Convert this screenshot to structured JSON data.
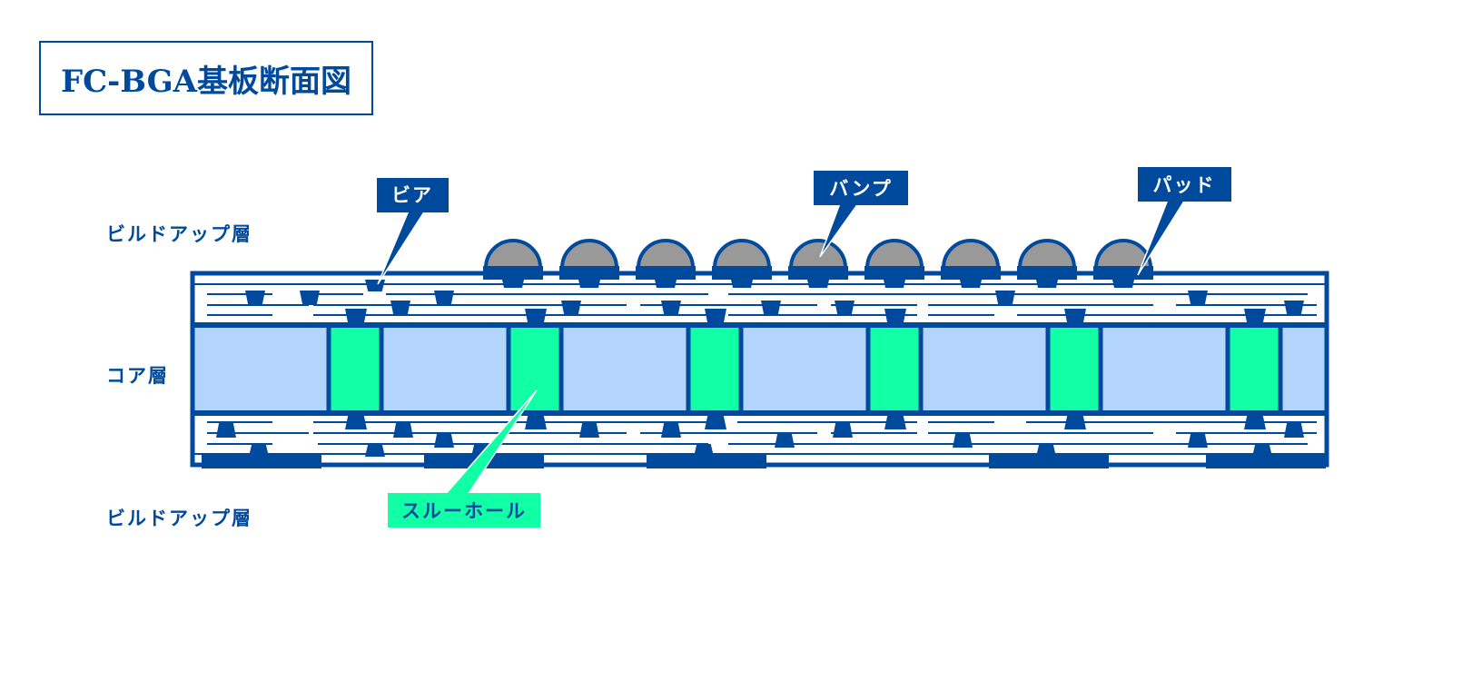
{
  "title": "FC-BGA基板断面図",
  "layers": {
    "top_buildup": "ビルドアップ層",
    "core": "コア層",
    "bottom_buildup": "ビルドアップ層"
  },
  "callouts": {
    "via": "ビア",
    "bump": "バンプ",
    "pad": "パッド",
    "through_hole": "スルーホール"
  },
  "colors": {
    "primary": "#004a9e",
    "core": "#b3d4fc",
    "through_hole": "#11ffa5",
    "bump": "#999999"
  }
}
